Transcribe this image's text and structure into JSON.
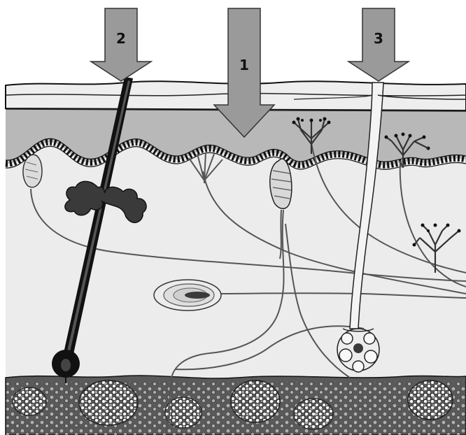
{
  "diagram": {
    "arrows": [
      {
        "id": "arrow-1",
        "label": "1"
      },
      {
        "id": "arrow-2",
        "label": "2"
      },
      {
        "id": "arrow-3",
        "label": "3"
      }
    ],
    "colors": {
      "background": "#ffffff",
      "stratum_corneum": "#e8e8e8",
      "epidermis": "#b8b8b8",
      "dermis": "#ececec",
      "hypodermis": "#5a5a5a",
      "arrow_fill": "#9a9a9a",
      "hair": "#111111",
      "sebaceous_gland": "#3a3a3a"
    },
    "icons": [
      "hair-follicle-icon",
      "sebaceous-gland-icon",
      "sweat-gland-icon",
      "pacinian-corpuscle-icon",
      "meissner-corpuscle-icon",
      "free-nerve-ending-icon"
    ]
  }
}
